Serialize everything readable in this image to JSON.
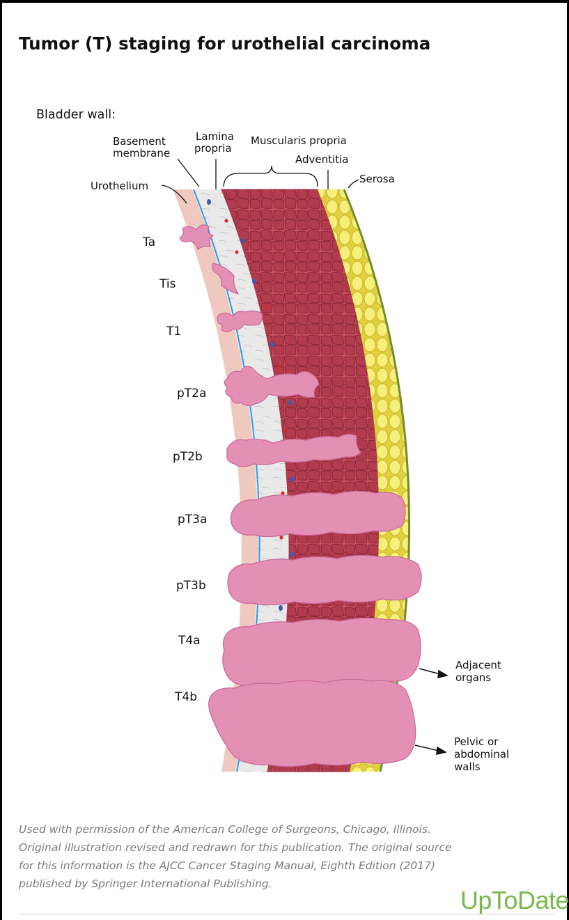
{
  "title": "Tumor (T) staging for urothelial carcinoma",
  "diagram": {
    "section_label": "Bladder wall:",
    "layers": {
      "basement_membrane": [
        "Basement",
        "membrane"
      ],
      "lamina_propria": [
        "Lamina",
        "propria"
      ],
      "muscularis_propria": "Muscularis propria",
      "adventitia": "Adventitia",
      "serosa": "Serosa",
      "urothelium": "Urothelium"
    },
    "stages": [
      "Ta",
      "Tis",
      "T1",
      "pT2a",
      "pT2b",
      "pT3a",
      "pT3b",
      "T4a",
      "T4b"
    ],
    "arrow_targets": {
      "adjacent": [
        "Adjacent",
        "organs"
      ],
      "pelvic": [
        "Pelvic or",
        "abdominal",
        "walls"
      ]
    },
    "colors": {
      "urothelium": "#efc9c0",
      "lamina": "#e6e6e6",
      "basement": "#3a9ad9",
      "muscle": "#c94f5e",
      "adventitia": "#f4ee6a",
      "serosa": "#6f8d2a",
      "tumor": "#e48fb4"
    }
  },
  "caption": [
    "Used with permission of the American College of Surgeons, Chicago, Illinois.",
    "Original illustration revised and redrawn for this publication. The original source",
    "for this information is the AJCC Cancer Staging Manual, Eighth Edition (2017)",
    "published by Springer International Publishing."
  ],
  "logo": "UpToDate"
}
